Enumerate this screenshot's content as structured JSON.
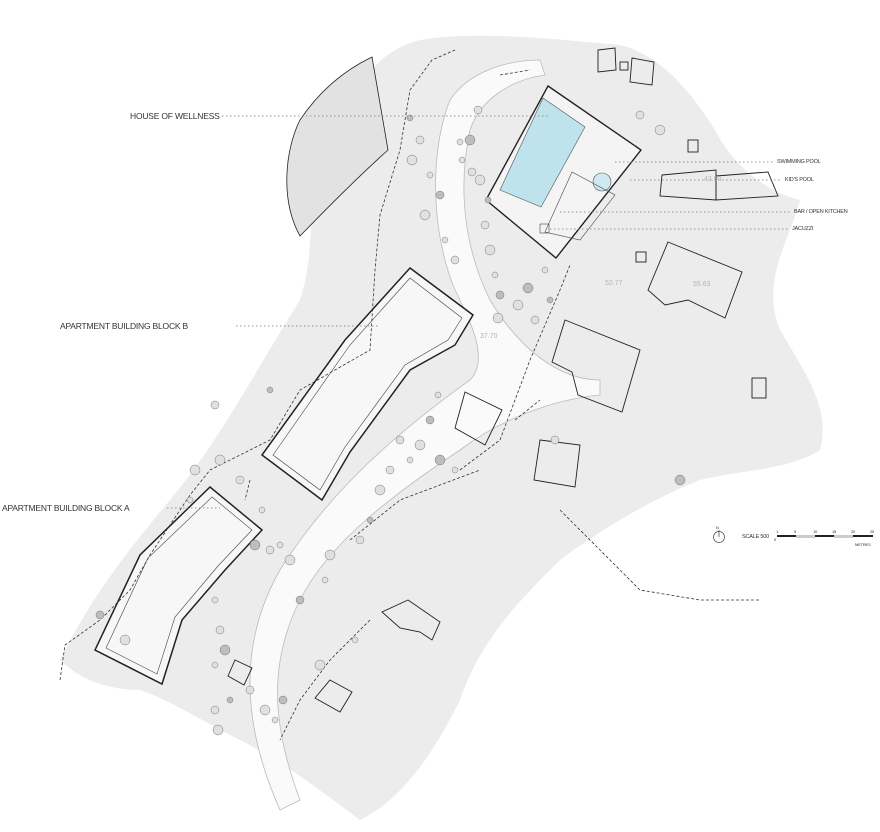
{
  "labels": {
    "house_of_wellness": "HOUSE OF WELLNESS",
    "block_b": "APARTMENT BUILDING BLOCK B",
    "block_a": "APARTMENT BUILDING BLOCK A",
    "swimming_pool": "SWIMMING POOL",
    "kids_pool": "KID'S POOL",
    "bar": "BAR / OPEN KITCHEN",
    "jacuzzi": "JACUZZI"
  },
  "elevations": [
    "43.94",
    "52.77",
    "55.63",
    "37.70"
  ],
  "scale": {
    "label": "SCALE 500",
    "ticks": [
      "0",
      "1",
      "5",
      "10",
      "15",
      "20",
      "25"
    ],
    "unit": "METRES",
    "north": "N"
  },
  "colors": {
    "terrain": "#e9e9e9",
    "pool": "#bfe3ec",
    "outline": "#222222",
    "tree": "#c8c8c8"
  }
}
